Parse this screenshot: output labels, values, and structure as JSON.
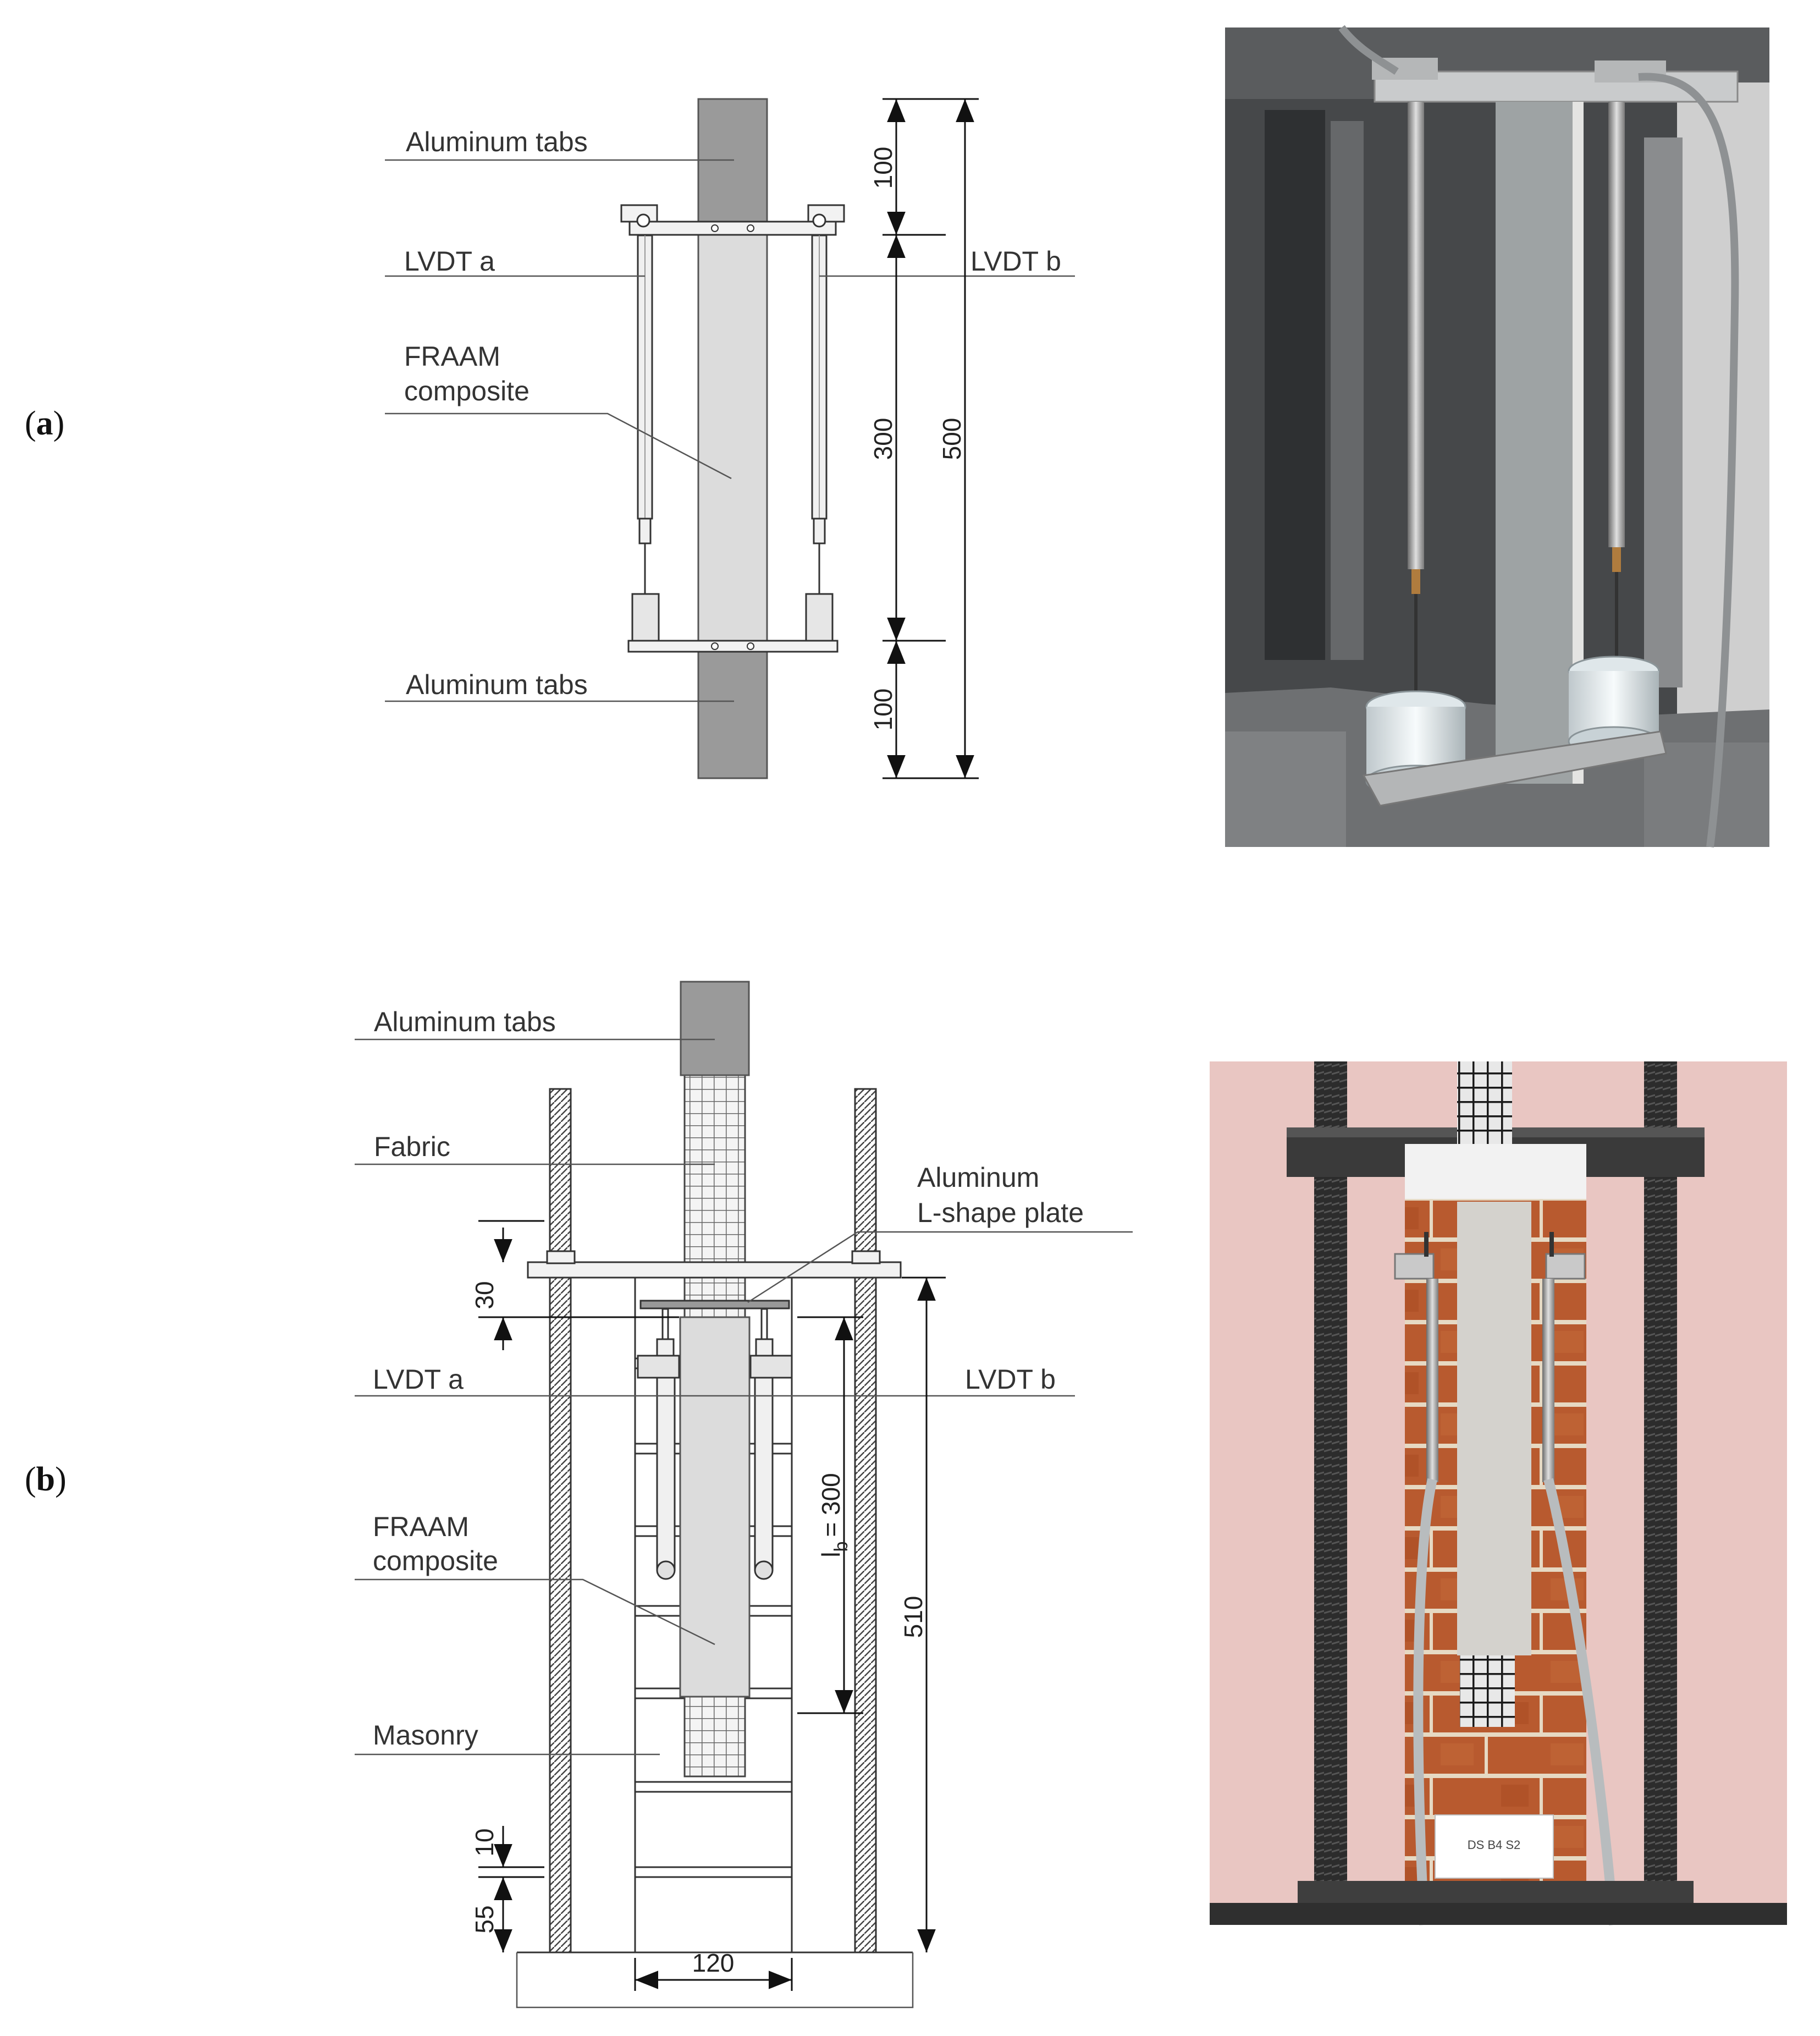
{
  "panel_a": {
    "tag_letter": "a",
    "labels": {
      "tabs_top": "Aluminum tabs",
      "lvdt_a": "LVDT a",
      "lvdt_b": "LVDT b",
      "composite_1": "FRAAM",
      "composite_2": "composite",
      "tabs_bottom": "Aluminum tabs"
    },
    "dims": {
      "top": "100",
      "mid": "300",
      "bottom": "100",
      "total": "500"
    }
  },
  "panel_b": {
    "tag_letter": "b",
    "labels": {
      "tabs": "Aluminum tabs",
      "fabric": "Fabric",
      "plate_1": "Aluminum",
      "plate_2": "L-shape plate",
      "lvdt_a": "LVDT a",
      "lvdt_b": "LVDT b",
      "composite_1": "FRAAM",
      "composite_2": "composite",
      "masonry": "Masonry"
    },
    "dims": {
      "d30": "30",
      "bond_prefix": "l",
      "bond_sub": "b",
      "bond_value": "= 300",
      "d510": "510",
      "d10": "10",
      "d55": "55",
      "d120": "120"
    },
    "specimen_tag": "DS B4 S2"
  },
  "colors": {
    "tab_gray": "#9a9a9a",
    "composite_gray": "#dcdcdc",
    "line": "#333333",
    "brick": "#b8572b",
    "wall_pink": "#e9c6c2"
  }
}
